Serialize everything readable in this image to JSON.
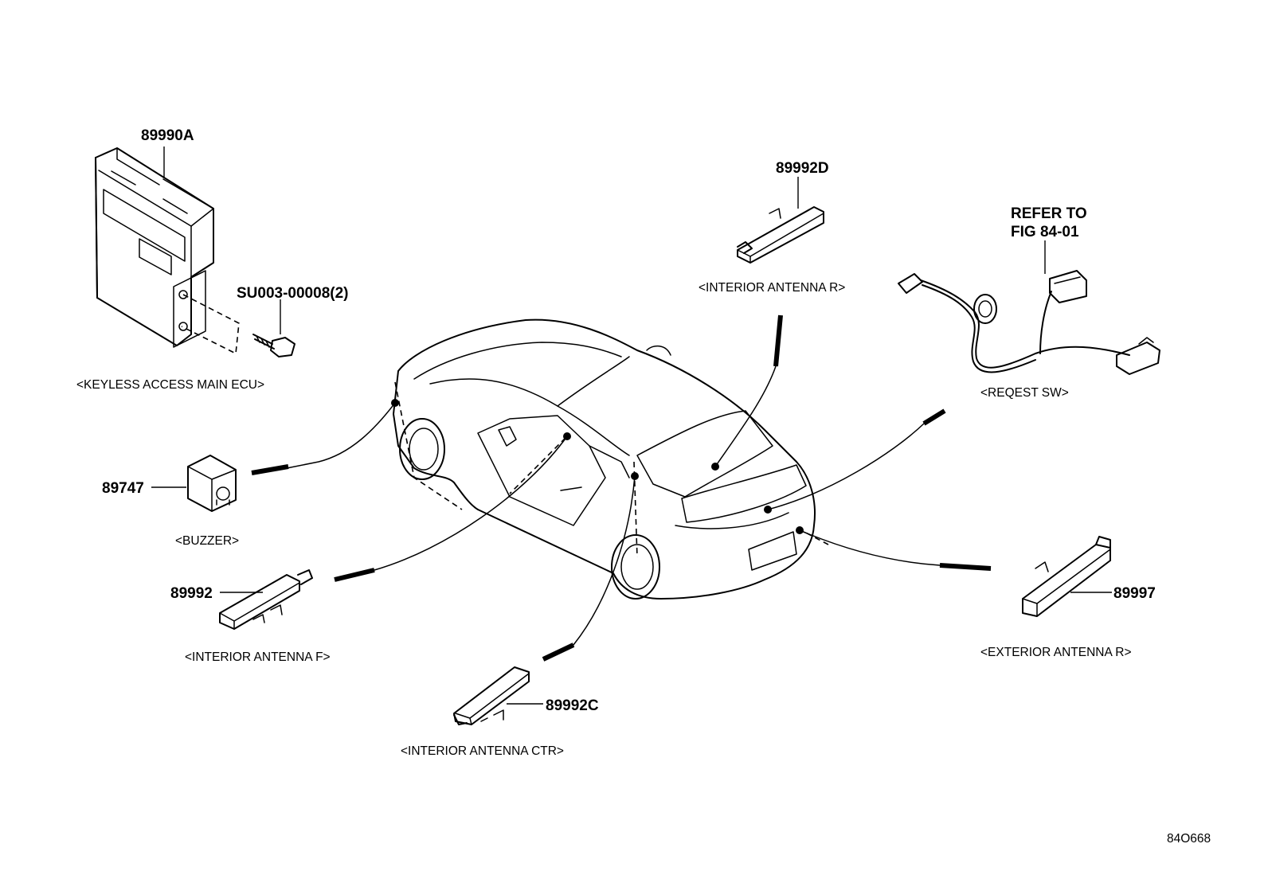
{
  "parts": {
    "ecu": {
      "number": "89990A",
      "caption": "<KEYLESS ACCESS MAIN ECU>"
    },
    "bolt": {
      "number": "SU003-00008(2)"
    },
    "buzzer": {
      "number": "89747",
      "caption": "<BUZZER>"
    },
    "interior_antenna_f": {
      "number": "89992",
      "caption": "<INTERIOR ANTENNA F>"
    },
    "interior_antenna_ctr": {
      "number": "89992C",
      "caption": "<INTERIOR ANTENNA CTR>"
    },
    "interior_antenna_r": {
      "number": "89992D",
      "caption": "<INTERIOR ANTENNA R>"
    },
    "request_sw": {
      "refer_line1": "REFER TO",
      "refer_line2": "FIG 84-01",
      "caption": "<REQEST SW>"
    },
    "exterior_antenna_r": {
      "number": "89997",
      "caption": "<EXTERIOR ANTENNA R>"
    }
  },
  "figure_code": "84O668"
}
